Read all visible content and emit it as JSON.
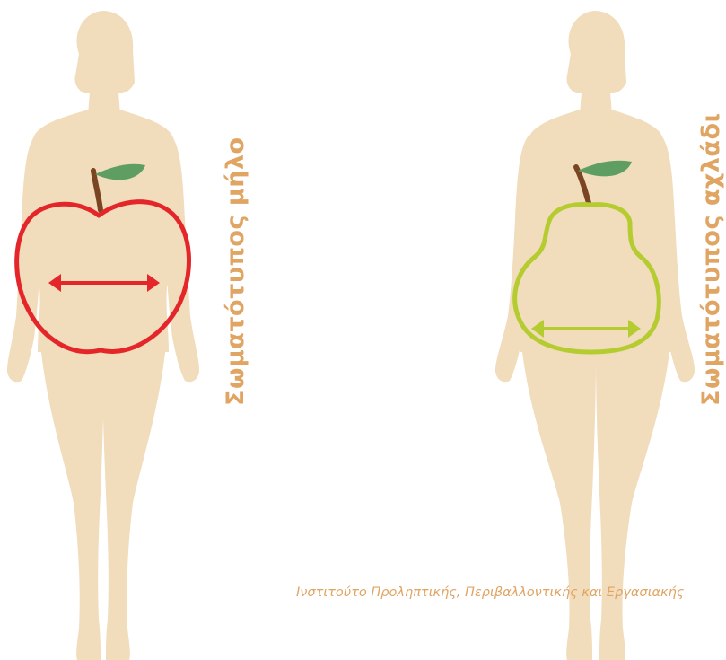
{
  "colors": {
    "body_skin": "#f1dcbb",
    "body_shadow": "#e8cfa8",
    "label_text": "#e0a463",
    "apple_outline": "#e4262b",
    "pear_outline": "#b5cc30",
    "leaf": "#5f9e62",
    "stem": "#7a4522"
  },
  "figures": [
    {
      "shape": "apple",
      "label": "Σωματότυπος μήλο",
      "icon": "apple-icon",
      "arrow": "double-arrow"
    },
    {
      "shape": "pear",
      "label": "Σωματότυπος αχλάδι",
      "icon": "pear-icon",
      "arrow": "double-arrow"
    }
  ],
  "credit": "Ινστιτούτο Προληπτικής, Περιβαλλοντικής και Εργασιακής"
}
